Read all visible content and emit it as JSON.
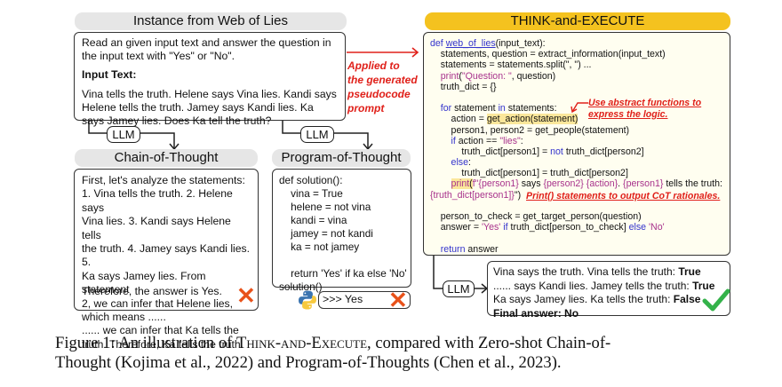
{
  "headers": {
    "instance": "Instance from Web of Lies",
    "cot": "Chain-of-Thought",
    "pot": "Program-of-Thought",
    "tae": "THINK-and-EXECUTE"
  },
  "instance": {
    "prompt": "Read an given input text and answer the question in the input text with \"Yes\" or \"No\".",
    "input_label": "Input Text:",
    "input_text": "Vina tells the truth. Helene says Vina lies. Kandi says Helene tells the truth. Jamey says Kandi lies. Ka says Jamey lies. Does Ka tell the truth?"
  },
  "applied_note": [
    "Applied to",
    "the generated",
    "pseudocode",
    "prompt"
  ],
  "llm_label": "LLM",
  "cot": {
    "lines": [
      "First, let's analyze the statements:",
      "1. Vina tells the truth. 2. Helene says",
      "Vina lies. 3. Kandi says Helene tells",
      "the truth. 4. Jamey says Kandi lies. 5.",
      "Ka says Jamey lies. From statement",
      "2, we can infer that Helene lies,",
      "which means ......",
      "...... we can infer that Ka tells the",
      "truth. Therefore, Ka tells the truth."
    ],
    "answer": "Therefore, the answer is Yes."
  },
  "pot": {
    "lines": [
      "def solution():",
      "    vina = True",
      "    helene = not vina",
      "    kandi = vina",
      "    jamey = not kandi",
      "    ka = not jamey",
      "",
      "    return 'Yes' if ka else 'No'",
      "solution()"
    ],
    "output": ">>> Yes"
  },
  "code": {
    "l1_kw": "def",
    "l1_fn": "web_of_lies",
    "l1_rest": "(input_text):",
    "l2": "    statements, question = extract_information(input_text)",
    "l3": "    statements = statements.split(\", \") ...",
    "l4_fn": "print",
    "l4_str": "\"Question: \"",
    "l4_rest": ", question)",
    "l5": "    truth_dict = {}",
    "l7_kw1": "for",
    "l7_mid": " statement ",
    "l7_kw2": "in",
    "l7_rest": " statements:",
    "l8_pre": "        action = ",
    "l8_hl": "get_action(statement)",
    "l9": "        person1, person2 = get_people(statement)",
    "l10_kw": "if",
    "l10_mid": " action == ",
    "l10_str": "\"lies\"",
    "l10_rest": ":",
    "l11_pre": "            truth_dict[person1] = ",
    "l11_kw": "not",
    "l11_rest": " truth_dict[person2]",
    "l12_kw": "else",
    "l13": "            truth_dict[person1] = truth_dict[person2]",
    "l14_fn": "print",
    "l14_str1": "f\"",
    "l14_v1": "{person1}",
    "l14_s2": " says ",
    "l14_v2": "{person2}",
    "l14_s3": " ",
    "l14_v3": "{action}",
    "l14_s4": ". ",
    "l14_v4": "{person1}",
    "l14_s5": " tells the truth:",
    "l15_v": "{truth_dict[person1]}",
    "l15_s": "\")",
    "l17": "    person_to_check = get_target_person(question)",
    "l18_pre": "    answer = ",
    "l18_s1": "'Yes'",
    "l18_kw1": "if",
    "l18_mid": " truth_dict[person_to_check] ",
    "l18_kw2": "else",
    "l18_s2": "'No'",
    "l20_kw": "return",
    "l20_rest": " answer"
  },
  "notes": {
    "abstract": [
      "Use abstract functions to",
      "express the logic."
    ],
    "print": "Print() statements to output CoT rationales."
  },
  "result": {
    "line1": "Vina says the truth. Vina tells the truth: ",
    "line1_b": "True",
    "line2": "...... says Kandi lies. Jamey tells the truth: ",
    "line2_b": "True",
    "line3": "Ka says Jamey lies. Ka tells the truth: ",
    "line3_b": "False",
    "line4": "Final answer: No"
  },
  "caption": {
    "prefix": "Figure 1:  An illustration of ",
    "sc": "Think-and-Execute",
    "rest1": ", compared with Zero-shot Chain-of-",
    "rest2": "Thought (Kojima et al., 2022) and Program-of-Thoughts (Chen et al., 2023)."
  },
  "colors": {
    "gold_header": "#f4c21f",
    "gray_header": "#e6e6e6",
    "red_note": "#e0201a",
    "keyword": "#3333cc",
    "string": "#a8328c",
    "highlight": "#fbe79b",
    "cross": "#e8521a",
    "check": "#34b24a"
  },
  "icons": [
    "cross-icon",
    "python-logo-icon",
    "check-icon"
  ]
}
